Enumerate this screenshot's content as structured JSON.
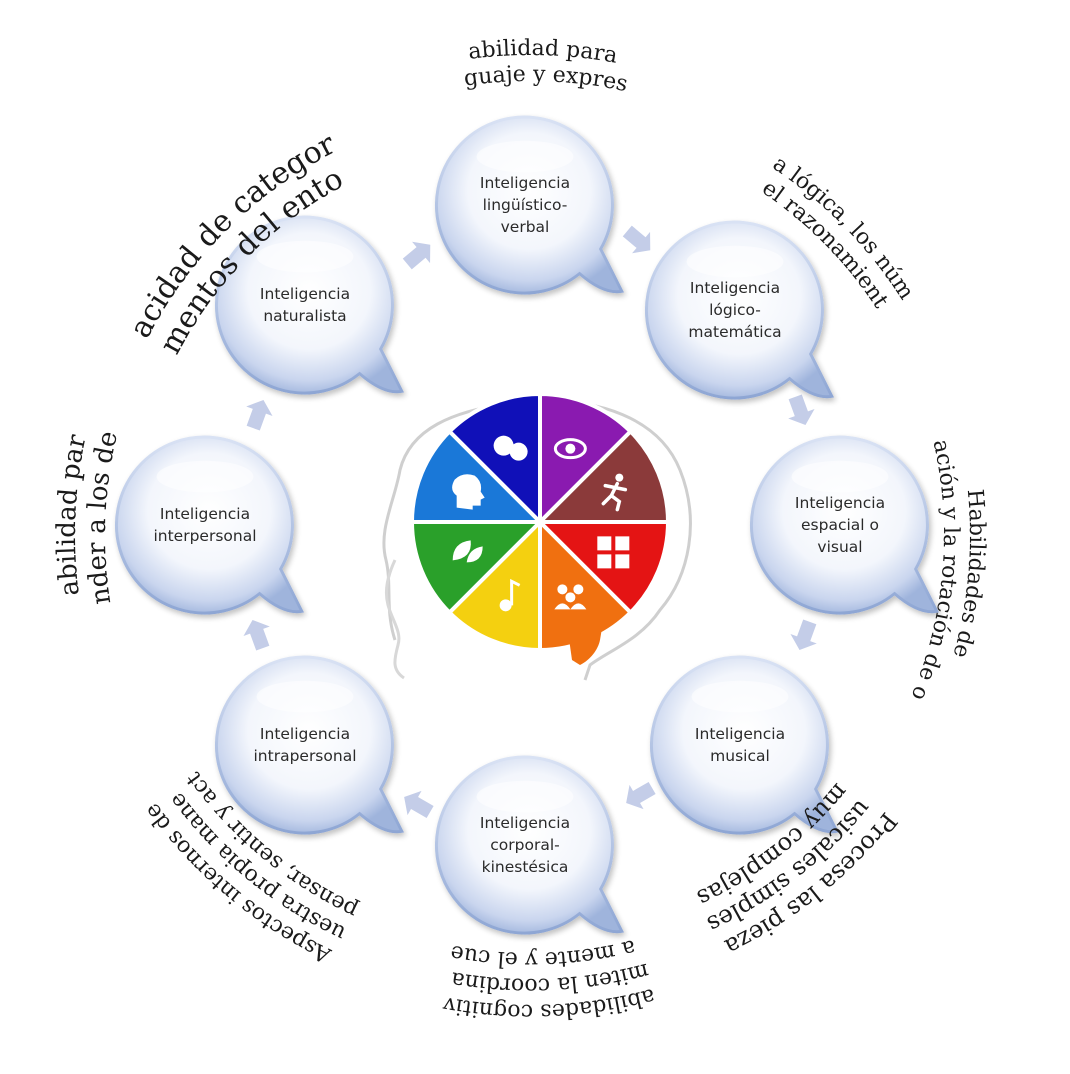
{
  "intelligences": [
    {
      "lines": [
        "Inteligencia",
        "lingüístico-",
        "verbal"
      ]
    },
    {
      "lines": [
        "Inteligencia",
        "lógico-",
        "matemática"
      ]
    },
    {
      "lines": [
        "Inteligencia",
        "espacial o",
        "visual"
      ]
    },
    {
      "lines": [
        "Inteligencia",
        "musical"
      ]
    },
    {
      "lines": [
        "Inteligencia",
        "corporal-",
        "kinestésica"
      ]
    },
    {
      "lines": [
        "Inteligencia",
        "intrapersonal"
      ]
    },
    {
      "lines": [
        "Inteligencia",
        "interpersonal"
      ]
    },
    {
      "lines": [
        "Inteligencia",
        "naturalista"
      ]
    }
  ],
  "descriptions": [
    {
      "lines": [
        "Habilidad para el",
        "lenguaje y expresión"
      ]
    },
    {
      "lines": [
        "Usa la lógica, los números",
        "y el razonamiento"
      ]
    },
    {
      "lines": [
        "Habilidades de",
        "navegación y la rotación de objetos"
      ]
    },
    {
      "lines": [
        "Procesa las piezas",
        "musicales simples o",
        "muy complejas"
      ]
    },
    {
      "lines": [
        "Habilidades cognitivas",
        "permiten la coordinación",
        "de la mente y el cuerpo"
      ]
    },
    {
      "lines": [
        "Aspectos internos de",
        "nuestra propia manera",
        "de pensar, sentir y actuar"
      ]
    },
    {
      "lines": [
        "Habilidad para",
        "entender a los demás"
      ]
    },
    {
      "lines": [
        "Capacidad de categorizar",
        "elementos del entorno"
      ]
    }
  ],
  "brain_segments": [
    {
      "color": "#1010b8",
      "icon": "language-icon"
    },
    {
      "color": "#8a1ab0",
      "icon": "eye-icon"
    },
    {
      "color": "#8b3a3a",
      "icon": "running-person-icon"
    },
    {
      "color": "#e41414",
      "icon": "calculator-icon"
    },
    {
      "color": "#f07010",
      "icon": "group-people-icon"
    },
    {
      "color": "#f4d010",
      "icon": "music-note-icon"
    },
    {
      "color": "#2aa02a",
      "icon": "leaf-icon"
    },
    {
      "color": "#1a78d8",
      "icon": "head-profile-icon"
    }
  ],
  "colors": {
    "bubble_edge": "#9fb4dc",
    "bubble_center": "#ffffff",
    "arrow": "#c4cde8"
  }
}
